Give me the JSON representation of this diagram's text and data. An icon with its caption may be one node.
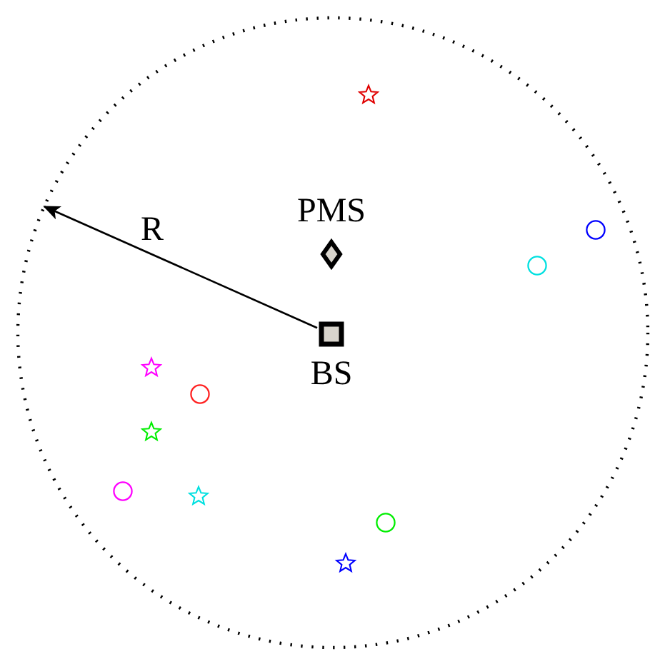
{
  "diagram": {
    "nodes": [
      {
        "text": [],
        "shape": "circle"
      },
      {
        "text": [],
        "shape": "star",
        "in": 0
      },
      {
        "text": [
          "PMS"
        ],
        "in": 0
      },
      {
        "text": [],
        "shape": "circle",
        "in": 0
      },
      {
        "text": [],
        "shape": "circle",
        "in": 0
      },
      {
        "text": [
          "BS"
        ],
        "in": 0
      },
      {
        "text": [],
        "shape": "star",
        "in": 0
      },
      {
        "text": [],
        "shape": "circle",
        "in": 0
      },
      {
        "text": [],
        "shape": "star",
        "in": 0
      },
      {
        "text": [],
        "shape": "circle",
        "in": 0
      },
      {
        "text": [],
        "shape": "star",
        "in": 0
      },
      {
        "text": [],
        "shape": "circle",
        "in": 0
      },
      {
        "text": [],
        "shape": "star",
        "in": 0
      }
    ],
    "edges": [
      {
        "from": 5,
        "to": 0,
        "arrow": "to",
        "label": "R"
      }
    ]
  }
}
